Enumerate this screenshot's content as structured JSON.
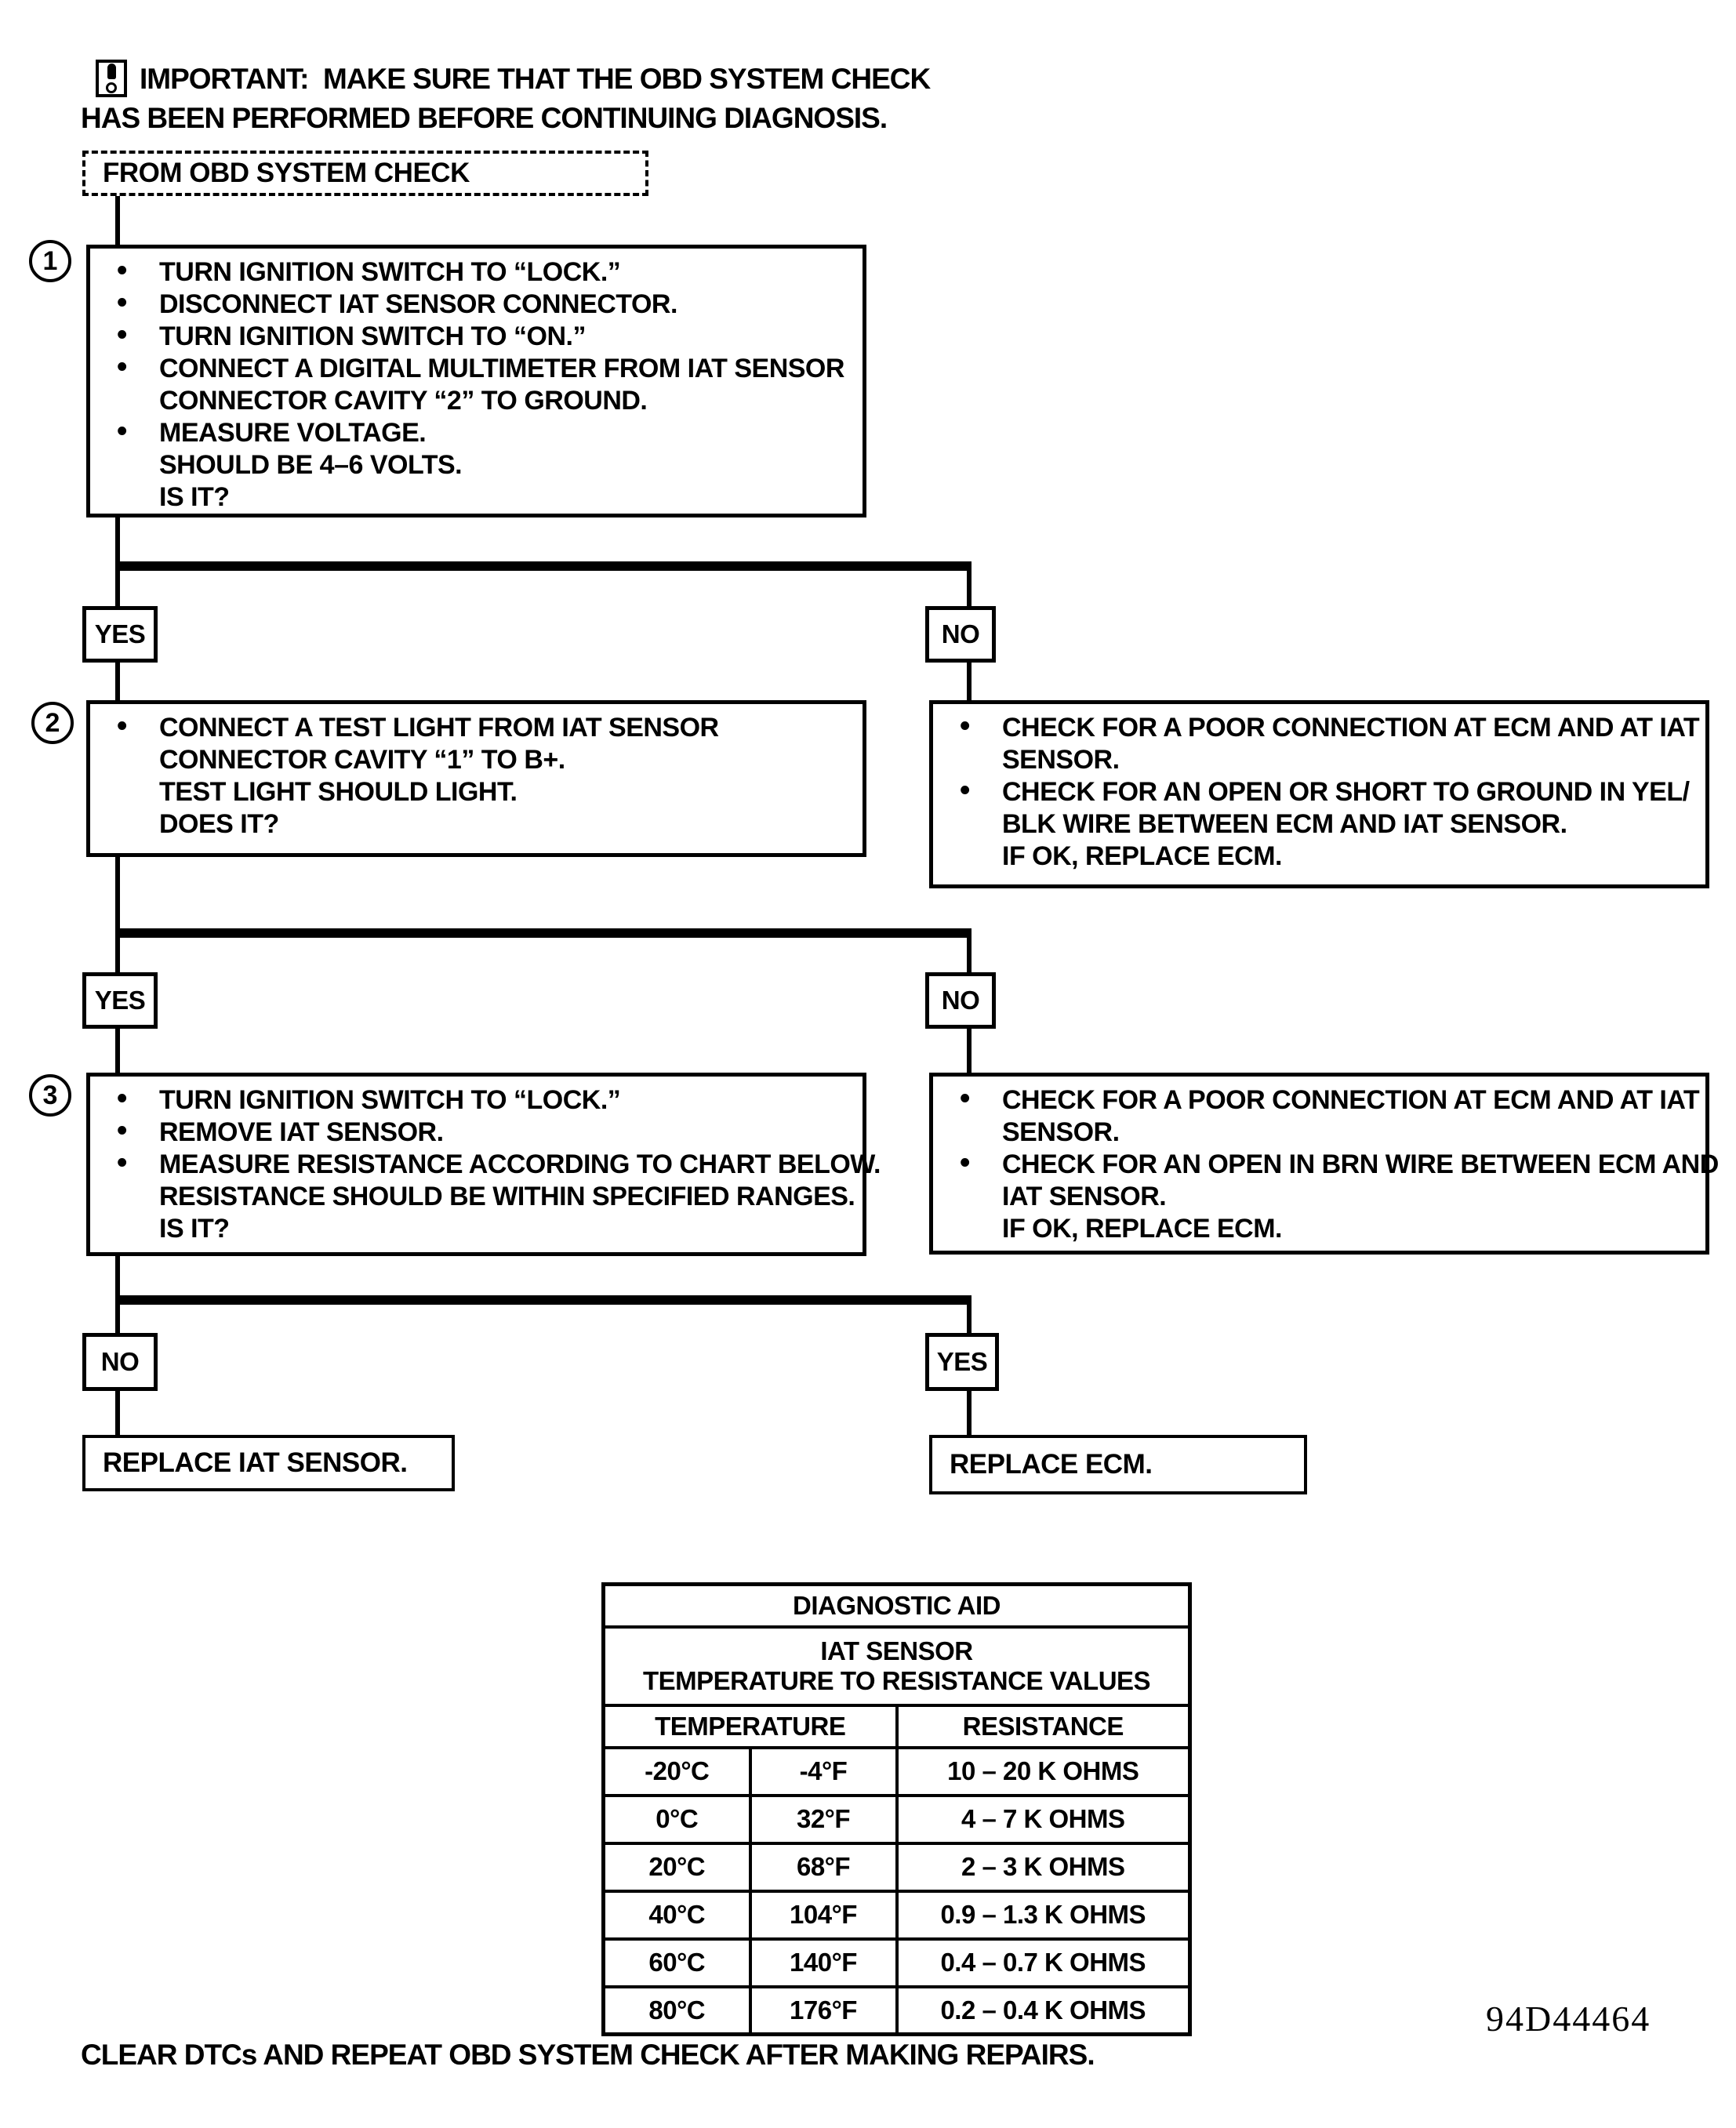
{
  "note": {
    "line1": "IMPORTANT:  MAKE SURE THAT THE OBD SYSTEM CHECK",
    "line2": "HAS BEEN PERFORMED BEFORE CONTINUING DIAGNOSIS."
  },
  "flow": {
    "start": "FROM OBD SYSTEM CHECK",
    "labels": {
      "yes": "YES",
      "no": "NO"
    },
    "step1": {
      "number": "1",
      "lines": [
        "TURN IGNITION SWITCH TO “LOCK.”",
        "DISCONNECT IAT SENSOR CONNECTOR.",
        "TURN IGNITION SWITCH TO “ON.”",
        "CONNECT A DIGITAL MULTIMETER FROM IAT SENSOR",
        "CONNECTOR CAVITY “2” TO GROUND.",
        "MEASURE VOLTAGE.",
        "SHOULD BE 4–6 VOLTS.",
        "IS IT?"
      ]
    },
    "step2": {
      "number": "2",
      "lines": [
        "CONNECT A TEST LIGHT FROM IAT SENSOR",
        "CONNECTOR CAVITY “1” TO B+.",
        "TEST LIGHT SHOULD LIGHT.",
        "DOES IT?"
      ]
    },
    "step3": {
      "number": "3",
      "lines": [
        "TURN IGNITION SWITCH TO “LOCK.”",
        "REMOVE IAT SENSOR.",
        "MEASURE RESISTANCE ACCORDING TO CHART BELOW.",
        "RESISTANCE SHOULD BE WITHIN SPECIFIED RANGES.",
        "IS IT?"
      ]
    },
    "no_branch1": {
      "lines": [
        "CHECK FOR A POOR CONNECTION AT ECM AND AT IAT",
        "SENSOR.",
        "CHECK FOR AN OPEN OR SHORT TO GROUND IN YEL/",
        "BLK WIRE BETWEEN ECM AND IAT SENSOR.",
        "IF OK, REPLACE ECM."
      ]
    },
    "no_branch2": {
      "lines": [
        "CHECK FOR A POOR CONNECTION AT ECM AND AT IAT",
        "SENSOR.",
        "CHECK FOR AN OPEN IN BRN WIRE BETWEEN ECM AND",
        "IAT SENSOR.",
        "IF OK, REPLACE ECM."
      ]
    },
    "terminal_no": "REPLACE IAT SENSOR.",
    "terminal_yes": "REPLACE ECM."
  },
  "table": {
    "title": "DIAGNOSTIC AID",
    "subtitle1": "IAT SENSOR",
    "subtitle2": "TEMPERATURE TO RESISTANCE VALUES",
    "col_temperature": "TEMPERATURE",
    "col_resistance": "RESISTANCE",
    "rows": [
      {
        "c": "-20°C",
        "f": "-4°F",
        "ohms": "10 – 20 K OHMS"
      },
      {
        "c": "0°C",
        "f": "32°F",
        "ohms": "4 – 7 K OHMS"
      },
      {
        "c": "20°C",
        "f": "68°F",
        "ohms": "2 – 3 K OHMS"
      },
      {
        "c": "40°C",
        "f": "104°F",
        "ohms": "0.9 – 1.3 K OHMS"
      },
      {
        "c": "60°C",
        "f": "140°F",
        "ohms": "0.4 – 0.7 K OHMS"
      },
      {
        "c": "80°C",
        "f": "176°F",
        "ohms": "0.2 – 0.4 K OHMS"
      }
    ]
  },
  "footer": {
    "doc_id": "94D44464",
    "note": "CLEAR DTCs AND REPEAT OBD SYSTEM CHECK AFTER MAKING REPAIRS."
  }
}
